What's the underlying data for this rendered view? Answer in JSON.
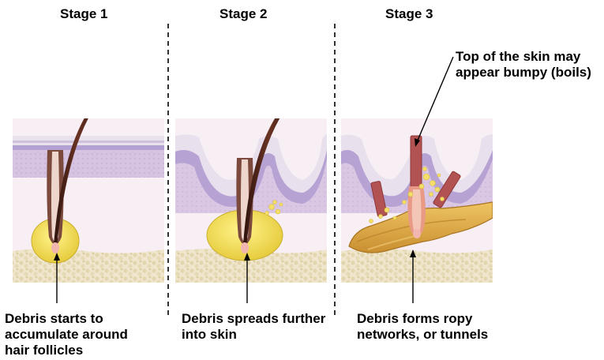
{
  "stages": [
    {
      "title": "Stage 1",
      "caption": "Debris starts to\naccumulate around\nhair follicles"
    },
    {
      "title": "Stage 2",
      "caption": "Debris spreads further\ninto skin"
    },
    {
      "title": "Stage 3",
      "caption": "Debris forms ropy\nnetworks, or tunnels"
    }
  ],
  "callout": "Top of the skin may\nappear bumpy (boils)",
  "colors": {
    "epidermis": "#ece5f0",
    "dermis_upper": "#d9c6e4",
    "basal_band": "#b6a3d4",
    "dermis_lower": "#f7eef4",
    "fat": "#eee3c6",
    "hair": "#4a2219",
    "debris": "#f3dc55",
    "tunnel": "#d9a843",
    "boil": "#b25252"
  }
}
